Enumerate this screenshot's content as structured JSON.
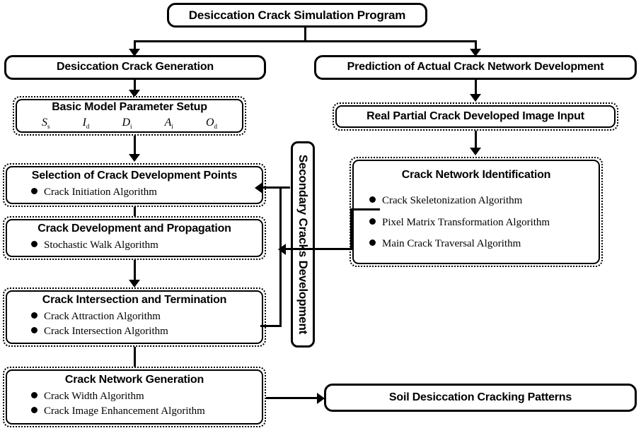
{
  "diagram": {
    "title": "Desiccation Crack Simulation Program",
    "root": {
      "label": "Desiccation Crack Simulation Program"
    },
    "branches": {
      "left": {
        "label": "Desiccation Crack Generation"
      },
      "right": {
        "label": "Prediction of Actual Crack Network Development"
      }
    },
    "left_column": [
      {
        "label": "Basic Model Parameter Setup",
        "params": [
          {
            "sym": "S",
            "sub": "s"
          },
          {
            "sym": "I",
            "sub": "d"
          },
          {
            "sym": "D",
            "sub": "i"
          },
          {
            "sym": "A",
            "sub": "i"
          },
          {
            "sym": "O",
            "sub": "d"
          }
        ]
      },
      {
        "label": "Selection of Crack Development Points",
        "bullets": [
          "Crack Initiation Algorithm"
        ]
      },
      {
        "label": "Crack Development and Propagation",
        "bullets": [
          "Stochastic Walk Algorithm"
        ]
      },
      {
        "label": "Crack Intersection and Termination",
        "bullets": [
          "Crack Attraction Algorithm",
          "Crack Intersection Algorithm"
        ]
      },
      {
        "label": "Crack Network Generation",
        "bullets": [
          "Crack Width Algorithm",
          "Crack Image Enhancement Algorithm"
        ]
      }
    ],
    "right_column": [
      {
        "label": "Real Partial Crack Developed Image Input"
      },
      {
        "label": "Crack Network Identification",
        "bullets": [
          "Crack Skeletonization Algorithm",
          "Pixel Matrix Transformation Algorithm",
          "Main Crack Traversal Algorithm"
        ]
      }
    ],
    "middle_label": "Secondary Cracks Development",
    "output": {
      "label": "Soil Desiccation Cracking Patterns"
    },
    "colors": {
      "line": "#000000",
      "background": "#ffffff",
      "text": "#000000"
    }
  }
}
